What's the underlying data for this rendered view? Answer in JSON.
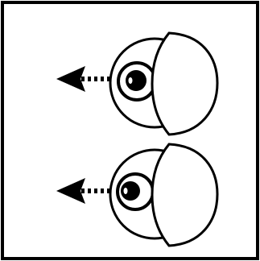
{
  "diagram": {
    "colors": {
      "stroke": "#000000",
      "background": "#ffffff",
      "pupil": "#000000",
      "highlight": "#ffffff"
    },
    "eyes": [
      {
        "name": "upper-eye",
        "arrow_direction": "left",
        "arrow_style": "dotted-shaft"
      },
      {
        "name": "lower-eye",
        "arrow_direction": "left",
        "arrow_style": "dotted-shaft"
      }
    ]
  }
}
